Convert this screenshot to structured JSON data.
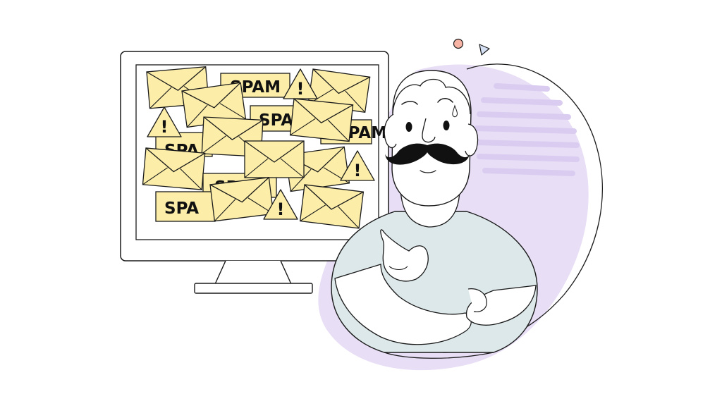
{
  "illustration": {
    "spam_label": "SPAM",
    "warning_glyph": "!",
    "spam_labels": [
      "SPAM",
      "SPAM",
      "SPA",
      "SPA",
      "SPAM",
      "SPA"
    ],
    "icons": {
      "envelope": "envelope-icon",
      "warning": "warning-icon",
      "decor_circle": "circle-icon",
      "decor_triangle": "triangle-icon"
    },
    "colors": {
      "envelope_fill": "#FCEEA9",
      "blob_fill": "#E8DEF6",
      "stripe": "#D9CCF0",
      "shirt": "#DDE8EA",
      "skin": "#FFFFFF",
      "outline": "#1A1A1A",
      "mustache": "#111111",
      "accent_circle": "#F7B4A4",
      "accent_triangle": "#9FB3E0"
    }
  }
}
